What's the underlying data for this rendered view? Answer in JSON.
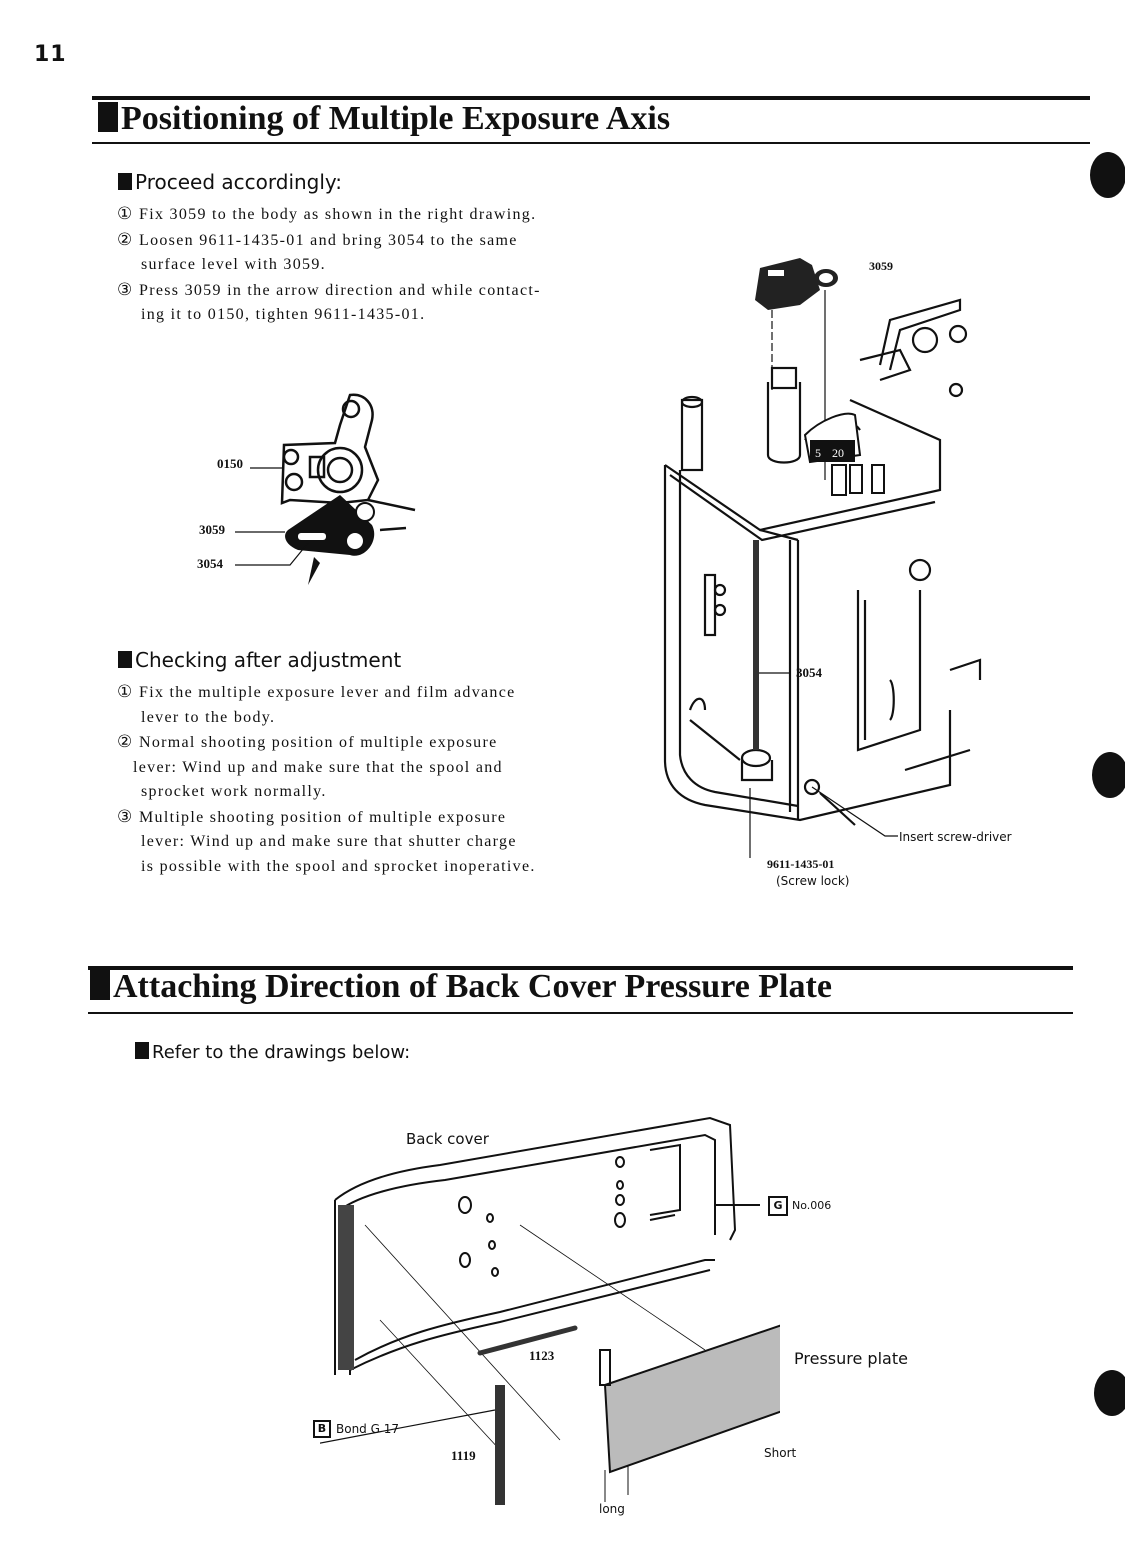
{
  "page_number": "11",
  "section1": {
    "title": "Positioning of Multiple Exposure Axis",
    "proceed": {
      "heading": "Proceed accordingly:",
      "steps": [
        {
          "num": "①",
          "lines": [
            "Fix 3059 to the body as shown in the right drawing."
          ]
        },
        {
          "num": "②",
          "lines": [
            "Loosen 9611-1435-01 and bring 3054 to the same",
            "surface level with 3059."
          ]
        },
        {
          "num": "③",
          "lines": [
            "Press 3059 in the arrow direction and while contact-",
            "ing it to 0150, tighten 9611-1435-01."
          ]
        }
      ]
    },
    "small_diagram_labels": {
      "part_0150": "0150",
      "part_3059": "3059",
      "part_3054": "3054"
    },
    "checking": {
      "heading": "Checking after adjustment",
      "steps": [
        {
          "num": "①",
          "lines": [
            "Fix the multiple exposure lever and film advance",
            "lever to the body."
          ]
        },
        {
          "num": "②",
          "lines": [
            "Normal shooting position of multiple exposure",
            "lever: Wind up and make sure that the spool and",
            "sprocket work normally."
          ]
        },
        {
          "num": "③",
          "lines": [
            "Multiple shooting position of multiple exposure",
            "lever: Wind up and make sure that shutter charge",
            "is possible with the spool and sprocket inoperative."
          ]
        }
      ]
    },
    "large_diagram_labels": {
      "part_3059": "3059",
      "part_3054": "3054",
      "insert": "Insert screw-driver",
      "screw_part": "9611-1435-01",
      "screw_note": "(Screw lock)",
      "dial_5": "5",
      "dial_20": "20"
    }
  },
  "section2": {
    "title": "Attaching Direction of Back Cover Pressure Plate",
    "refer": "Refer to the drawings below:",
    "diagram_labels": {
      "back_cover": "Back cover",
      "g_badge": "G",
      "g_code": "No.006",
      "part_1123": "1123",
      "part_1119": "1119",
      "b_badge": "B",
      "bond": "Bond G 17",
      "pressure_plate": "Pressure plate",
      "short": "Short",
      "long": "long"
    }
  }
}
